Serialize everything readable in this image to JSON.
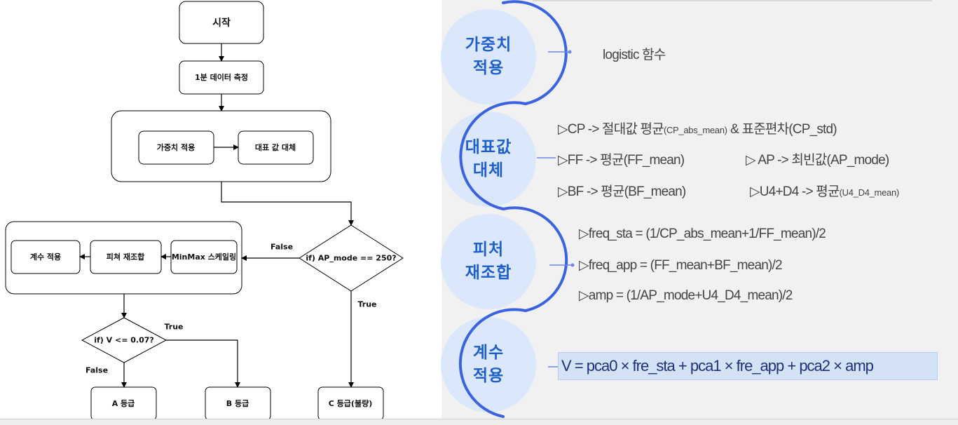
{
  "flowchart": {
    "start": "시작",
    "measure": "1분 데이터 측정",
    "apply_weight": "가중치 적용",
    "replace_rep": "대표 값 대체",
    "decision_ap": "if) AP_mode == 250?",
    "false_label": "False",
    "true_label": "True",
    "minmax": "MinMax 스케일링",
    "recombine": "피쳐 재조합",
    "coef": "계수 적용",
    "decision_v": "if)  V <= 0.07?",
    "grade_a": "A 등급",
    "grade_b": "B 등급",
    "grade_c": "C 등급(불량)"
  },
  "steps": [
    {
      "line1": "가중치",
      "line2": "적용"
    },
    {
      "line1": "대표값",
      "line2": "대체"
    },
    {
      "line1": "피처",
      "line2": "재조합"
    },
    {
      "line1": "계수",
      "line2": "적용"
    }
  ],
  "weight_text": "logistic 함수",
  "replace": {
    "cp_a": "▷CP -> 절대값 평균",
    "cp_b": "(CP_abs_mean)",
    "cp_c": " & 표준편차(CP_std)",
    "ff": "▷FF -> 평균(FF_mean)",
    "ap": "▷ AP -> 최빈값(AP_mode)",
    "bf": "▷BF -> 평균(BF_mean)",
    "u4_a": "▷U4+D4 -> 평균",
    "u4_b": "(U4_D4_mean)"
  },
  "features": [
    "▷freq_sta = (1/CP_abs_mean+1/FF_mean)/2",
    "▷freq_app = (FF_mean+BF_mean)/2",
    "▷amp = (1/AP_mode+U4_D4_mean)/2"
  ],
  "formula": "V = pca0 × fre_sta + pca1 × fre_app + pca2 × amp",
  "colors": {
    "accent": "#3b63e0",
    "circle_fill": "#dbe8fb",
    "circle_text": "#1e5fc9",
    "formula_bg": "#d3e2f5",
    "formula_text": "#20307a",
    "panel_bg": "#f1f1f2"
  }
}
